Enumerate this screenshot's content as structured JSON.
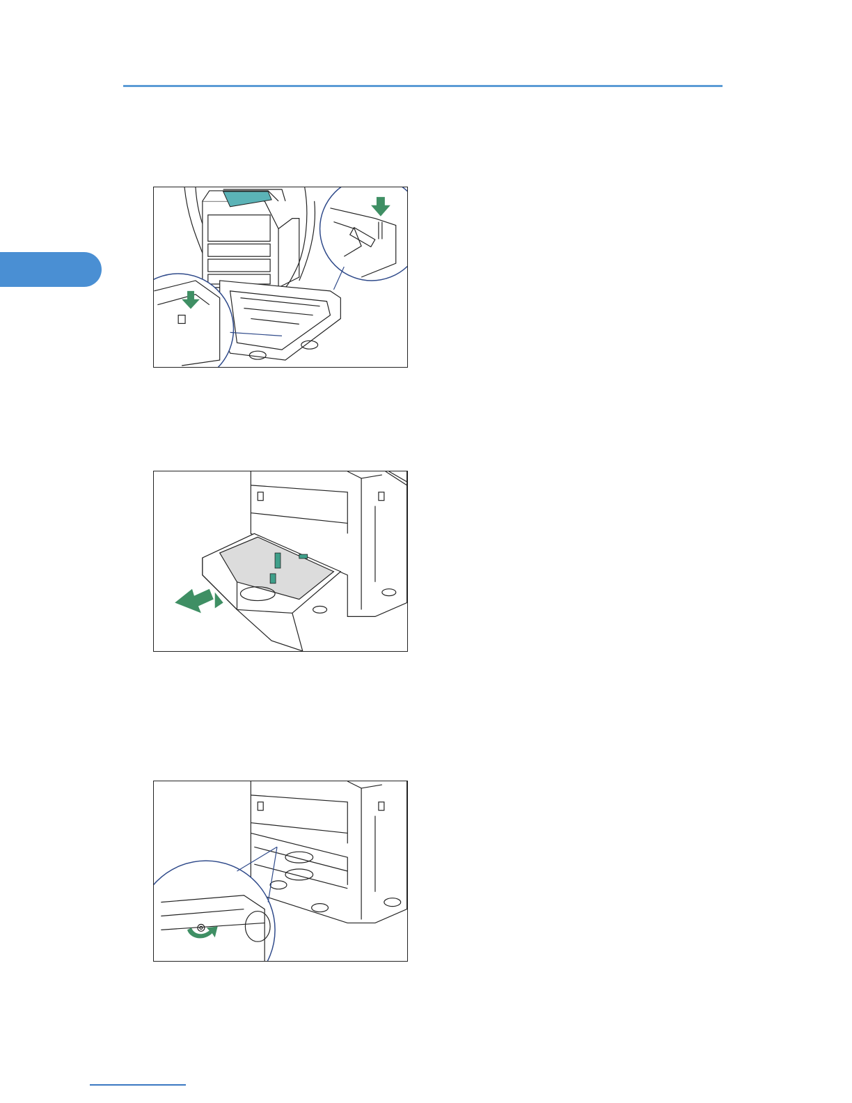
{
  "page": {
    "header_rule_color": "#5b9bd5",
    "chapter_tab_color": "#4a8fd3",
    "accent_green": "#3f8f64",
    "figures": [
      {
        "subject": "paper-feed-unit-installation"
      },
      {
        "subject": "paper-tray-pull-out"
      },
      {
        "subject": "tray-screw-fastening"
      }
    ]
  }
}
